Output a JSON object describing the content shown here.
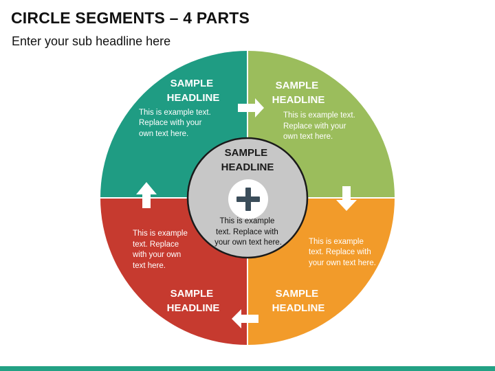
{
  "title": "CIRCLE SEGMENTS – 4 PARTS",
  "subtitle": "Enter your sub headline here",
  "colors": {
    "top_left": "#1f9c83",
    "top_right": "#9bbd5c",
    "bottom_right": "#f29b2a",
    "bottom_left": "#c63a2f",
    "center": "#c7c7c7",
    "plus": "#3b4d5a",
    "accent_bar": "#23a184"
  },
  "segments": {
    "top_left": {
      "headline": [
        "SAMPLE",
        "HEADLINE"
      ],
      "text": [
        "This is example text.",
        "Replace with your",
        "own text here."
      ]
    },
    "top_right": {
      "headline": [
        "SAMPLE",
        "HEADLINE"
      ],
      "text": [
        "This is example text.",
        "Replace with your",
        "own text here."
      ]
    },
    "bottom_right": {
      "headline": [
        "SAMPLE",
        "HEADLINE"
      ],
      "text": [
        "This is example",
        "text. Replace with",
        "your own text here."
      ]
    },
    "bottom_left": {
      "headline": [
        "SAMPLE",
        "HEADLINE"
      ],
      "text": [
        "This is example",
        "text. Replace",
        "with your own",
        "text here."
      ]
    }
  },
  "center": {
    "headline": [
      "SAMPLE",
      "HEADLINE"
    ],
    "icon": "plus-icon",
    "text": [
      "This is example",
      "text. Replace with",
      "your own text here."
    ]
  },
  "arrows": {
    "top": "arrow-right-icon",
    "right": "arrow-down-icon",
    "bottom": "arrow-left-icon",
    "left": "arrow-up-icon"
  }
}
